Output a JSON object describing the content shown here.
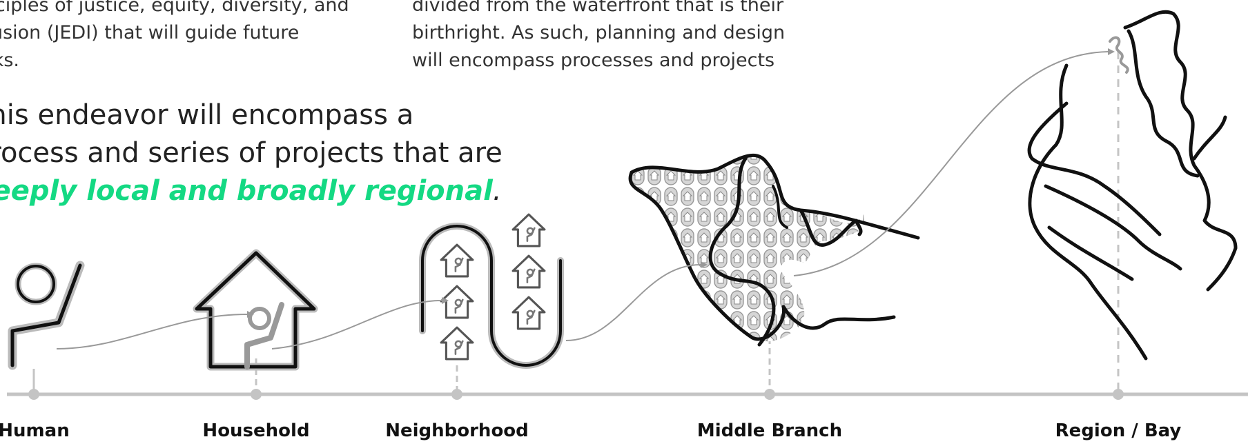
{
  "left_column": [
    "principles of justice, equity, diversity, and",
    "inclusion (JEDI) that will guide future",
    "works."
  ],
  "middle_column": [
    "divided from the waterfront that is their",
    "birthright. As such, planning and design",
    "will encompass processes and projects"
  ],
  "headline": {
    "line1": "This endeavor will encompass a",
    "line2": "process and series of projects that are",
    "emphasis": "deeply local and broadly regional",
    "end": "."
  },
  "scale_labels": [
    "Human",
    "Household",
    "Neighborhood",
    "Middle Branch",
    "Region / Bay"
  ],
  "colors": {
    "accent": "#14d983",
    "axis": "#c4c4c4",
    "ink": "#111111"
  }
}
